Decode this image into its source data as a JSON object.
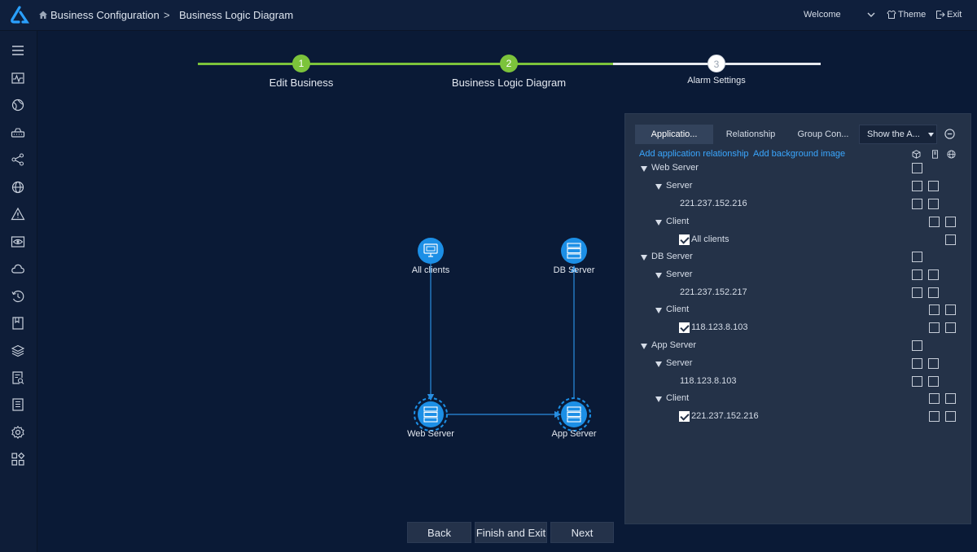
{
  "header": {
    "breadcrumb": [
      "Business Configuration",
      "Business Logic Diagram"
    ],
    "breadcrumb_sep": ">",
    "welcome": "Welcome",
    "theme": "Theme",
    "exit": "Exit"
  },
  "sidebar_icons": [
    "menu-icon",
    "monitor-icon",
    "globe-icon",
    "router-icon",
    "topology-icon",
    "web-icon",
    "alert-icon",
    "eye-icon",
    "cloud-icon",
    "history-icon",
    "book-icon",
    "layers-icon",
    "report-icon",
    "list-icon",
    "settings-icon",
    "apps-icon"
  ],
  "steps": [
    {
      "number": "1",
      "label": "Edit Business",
      "state": "done"
    },
    {
      "number": "2",
      "label": "Business Logic Diagram",
      "state": "active"
    },
    {
      "number": "3",
      "label": "Alarm Settings",
      "state": "pending"
    }
  ],
  "diagram": {
    "nodes": [
      {
        "label": "All clients",
        "icon": "monitor-icon"
      },
      {
        "label": "DB Server",
        "icon": "server-icon"
      },
      {
        "label": "Web Server",
        "icon": "server-icon"
      },
      {
        "label": "App Server",
        "icon": "server-icon"
      }
    ]
  },
  "panel": {
    "tabs": [
      "Applicatio...",
      "Relationship",
      "Group Con..."
    ],
    "select_value": "Show the A...",
    "links": [
      "Add application relationship",
      "Add background image"
    ],
    "header_icons": [
      "cube-icon",
      "server-small-icon",
      "globe-small-icon"
    ],
    "groups": [
      {
        "name": "Web Server",
        "server_label": "Server",
        "server_ip": "221.237.152.216",
        "client_label": "Client",
        "client_value": "All clients"
      },
      {
        "name": "DB Server",
        "server_label": "Server",
        "server_ip": "221.237.152.217",
        "client_label": "Client",
        "client_value": "118.123.8.103"
      },
      {
        "name": "App Server",
        "server_label": "Server",
        "server_ip": "118.123.8.103",
        "client_label": "Client",
        "client_value": "221.237.152.216"
      }
    ]
  },
  "buttons": {
    "back": "Back",
    "finish": "Finish and Exit",
    "next": "Next"
  },
  "colors": {
    "accent_green": "#7cc33b",
    "link_blue": "#3aa7ff",
    "node_blue": "#1c8fe6"
  }
}
